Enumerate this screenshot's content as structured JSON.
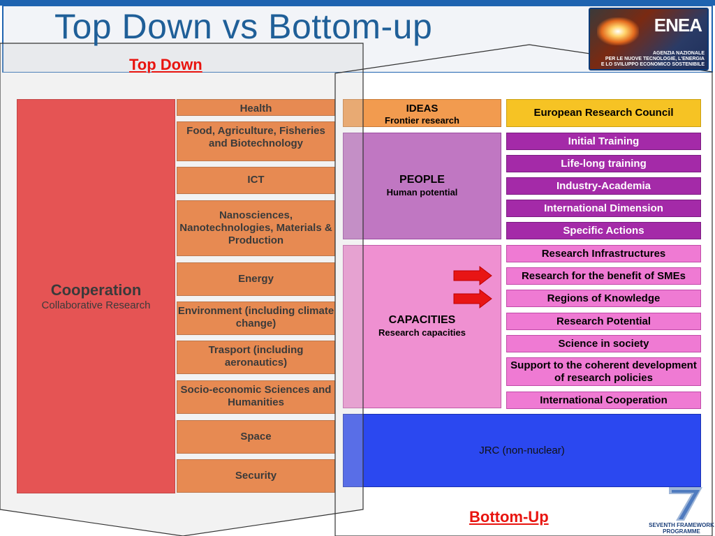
{
  "title": "Top Down vs Bottom-up",
  "logo": {
    "name": "ENEA",
    "agency_lines": [
      "AGENZIA NAZIONALE",
      "PER LE NUOVE TECNOLOGIE, L'ENERGIA",
      "E LO SVILUPPO ECONOMICO SOSTENIBILE"
    ]
  },
  "top_down_label": "Top Down",
  "bottom_up_label": "Bottom-Up",
  "cooperation": {
    "title": "Cooperation",
    "subtitle": "Collaborative Research",
    "themes": [
      "Health",
      "Food, Agriculture, Fisheries and Biotechnology",
      "ICT",
      "Nanosciences, Nanotechnologies, Materials & Production",
      "Energy",
      "Environment (including climate change)",
      "Trasport (including aeronautics)",
      "Socio-economic Sciences and Humanities",
      "Space",
      "Security"
    ]
  },
  "ideas": {
    "title": "IDEAS",
    "subtitle": "Frontier research",
    "item": "European Research Council"
  },
  "people": {
    "title": "PEOPLE",
    "subtitle": "Human potential",
    "items": [
      "Initial Training",
      "Life-long training",
      "Industry-Academia",
      "International Dimension",
      "Specific Actions"
    ]
  },
  "capacities": {
    "title": "CAPACITIES",
    "subtitle": "Research capacities",
    "items": [
      "Research Infrastructures",
      "Research for the benefit of SMEs",
      "Regions of Knowledge",
      "Research Potential",
      "Science in society",
      "Support to the coherent development of research policies",
      "International Cooperation"
    ]
  },
  "jrc": {
    "label": "JRC (non-nuclear)"
  },
  "fp7_logo": {
    "lines": [
      "SEVENTH FRAMEWORK",
      "PROGRAMME"
    ]
  },
  "colors": {
    "title": "#1f5f98",
    "accent_red": "#e8140f",
    "cooperation_bg": "#ee2424",
    "theme_bg": "#f07022",
    "ideas_bg": "#f29b4f",
    "erc_bg": "#f6c324",
    "people_bg": "#c077c2",
    "people_items_bg": "#a42aa8",
    "capacities_bg": "#ef90d1",
    "capacities_items_bg": "#ef7ad3",
    "jrc_bg": "#2b48f0"
  }
}
